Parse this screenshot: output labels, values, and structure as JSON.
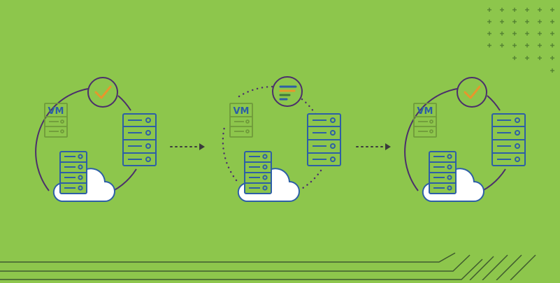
{
  "colors": {
    "background": "#8dc64c",
    "server_blue": "#2d5fa6",
    "ring_purple": "#4b2f6b",
    "vm_olive": "#6f9a3a",
    "check_orange": "#e8962c",
    "cloud_white": "#ffffff",
    "line_dark": "#3f5a2e"
  },
  "stages": [
    {
      "vm_label": "VM",
      "status_icon": "checkmark-icon",
      "ring": "solid"
    },
    {
      "vm_label": "VM",
      "status_icon": "list-lines-icon",
      "ring": "dotted"
    },
    {
      "vm_label": "VM",
      "status_icon": "checkmark-icon",
      "ring": "solid"
    }
  ],
  "connectors": [
    "dotted-arrow-icon",
    "dotted-arrow-icon"
  ]
}
